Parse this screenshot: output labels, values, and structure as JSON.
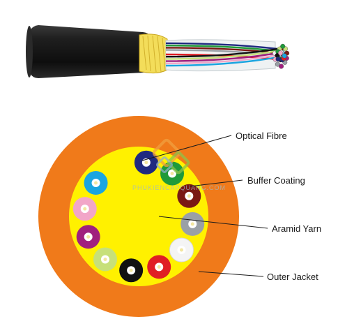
{
  "labels": {
    "optical_fibre": "Optical Fibre",
    "buffer_coating": "Buffer Coating",
    "aramid_yarn": "Aramid Yarn",
    "outer_jacket": "Outer Jacket"
  },
  "watermark": "PHUKIENCAPQUANG.COM",
  "colors": {
    "jacket": "#f07a1a",
    "aramid": "#fff100",
    "cable_jacket": "#1c1c1c"
  },
  "fibers": [
    {
      "color": "#1f2a80"
    },
    {
      "color": "#1f9a3a"
    },
    {
      "color": "#7a1a14"
    },
    {
      "color": "#9aa0a6"
    },
    {
      "color": "#f4f4f4"
    },
    {
      "color": "#e01e24"
    },
    {
      "color": "#111111"
    },
    {
      "color": "#c7e07a"
    },
    {
      "color": "#a0207e"
    },
    {
      "color": "#f2a6c8"
    },
    {
      "color": "#1aa5e0"
    }
  ]
}
